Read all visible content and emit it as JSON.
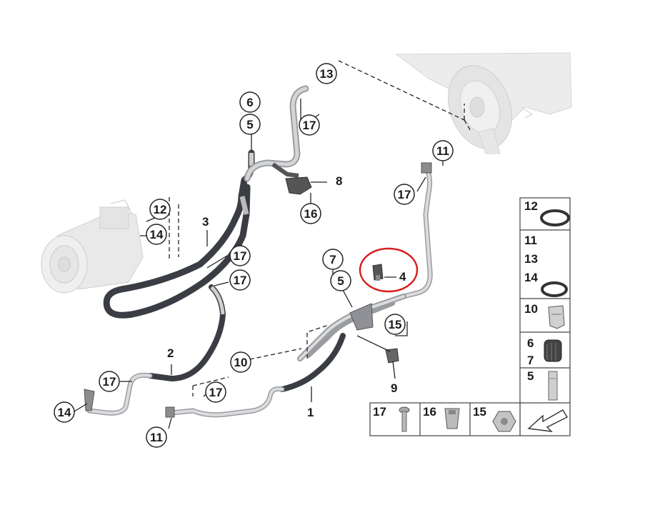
{
  "callouts": {
    "c13": "13",
    "c6": "6",
    "c5_top": "5",
    "c17_top": "17",
    "c8": "8",
    "c16": "16",
    "c11_top": "11",
    "c17_right": "17",
    "c12": "12",
    "c14_left": "14",
    "c3": "3",
    "c17_mid_a": "17",
    "c17_mid_b": "17",
    "c7": "7",
    "c5_mid": "5",
    "c4": "4",
    "c15": "15",
    "c2": "2",
    "c10": "10",
    "c9": "9",
    "c17_low_a": "17",
    "c17_low_b": "17",
    "c14_bottom": "14",
    "c1": "1",
    "c11_bottom": "11"
  },
  "legend": {
    "r12": "12",
    "r11": "11",
    "r13": "13",
    "r14": "14",
    "r10": "10",
    "r6": "6",
    "r7": "7",
    "r5": "5",
    "b17": "17",
    "b16": "16",
    "b15": "15"
  },
  "colors": {
    "hose": "#3a3d44",
    "pipe": "#c8cacc",
    "highlight": "#d81e1e",
    "outline": "#333333"
  }
}
